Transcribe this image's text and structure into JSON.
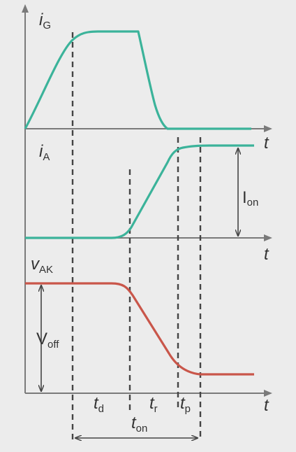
{
  "labels": {
    "iG": {
      "main": "i",
      "sub": "G"
    },
    "iA": {
      "main": "i",
      "sub": "A"
    },
    "vAK": {
      "main": "v",
      "sub": "AK"
    },
    "t_axis": "t",
    "Ion": {
      "main": "I",
      "sub": "on"
    },
    "Voff": {
      "main": "V",
      "sub": "off"
    },
    "td": {
      "main": "t",
      "sub": "d"
    },
    "tr": {
      "main": "t",
      "sub": "r"
    },
    "tp": {
      "main": "t",
      "sub": "p"
    },
    "ton": {
      "main": "t",
      "sub": "on"
    }
  },
  "colors": {
    "background": "#ececec",
    "axis": "#7a7a7a",
    "gate_current": "#3bb39a",
    "anode_current": "#3bb39a",
    "voltage": "#c9564a",
    "dashed": "#444444",
    "text": "#333333"
  }
}
